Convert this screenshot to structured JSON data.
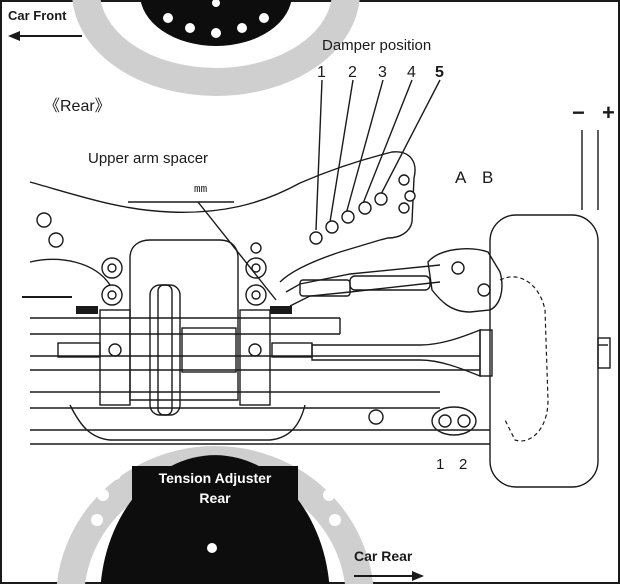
{
  "labels": {
    "car_front": "Car Front",
    "car_rear": "Car Rear",
    "damper_position": "Damper position",
    "rear": "《Rear》",
    "upper_arm_spacer": "Upper arm spacer",
    "mm": "mm",
    "tension_adjuster": "Tension Adjuster",
    "tension_rear": "Rear",
    "point_a": "A",
    "point_b": "B",
    "minus": "−",
    "plus": "+"
  },
  "damper_positions": [
    "1",
    "2",
    "3",
    "4",
    "5"
  ],
  "lower_holes": [
    "1",
    "2"
  ],
  "colors": {
    "line": "#1a1a1a",
    "gear": "#0d0d0d",
    "ring": "#cfcfcf",
    "background": "#ffffff"
  }
}
